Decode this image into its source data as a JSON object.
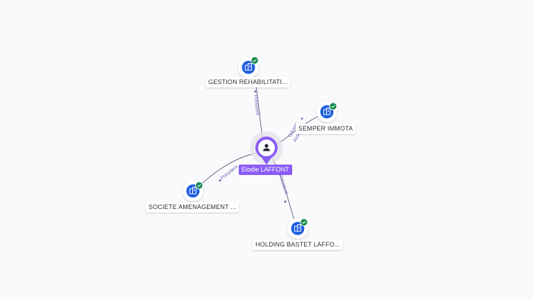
{
  "colors": {
    "background": "#fafafc",
    "person": "#8b5cf6",
    "company": "#1f5fe0",
    "verified": "#138a4b",
    "edge": "#58597a",
    "edge_label": "#6f6fb8"
  },
  "center": {
    "name": "Elodie LAFFONT",
    "icon": "person-icon"
  },
  "companies": [
    {
      "name": "GESTION REHABILITATI...",
      "icon": "building-icon",
      "verified": true
    },
    {
      "name": "SEMPER IMMOTA",
      "icon": "building-icon",
      "verified": true
    },
    {
      "name": "SOCIETE AMENAGEMENT ...",
      "icon": "building-icon",
      "verified": true
    },
    {
      "name": "HOLDING BASTET LAFFO...",
      "icon": "building-icon",
      "verified": true
    }
  ],
  "edges": [
    {
      "label": "Président",
      "to": "GESTION REHABILITATI..."
    },
    {
      "label": "Gérant",
      "label2": "Associé",
      "to": "SEMPER IMMOTA"
    },
    {
      "label": "Président",
      "to": "SOCIETE AMENAGEMENT ..."
    },
    {
      "label": "Président",
      "to": "HOLDING BASTET LAFFO..."
    }
  ]
}
